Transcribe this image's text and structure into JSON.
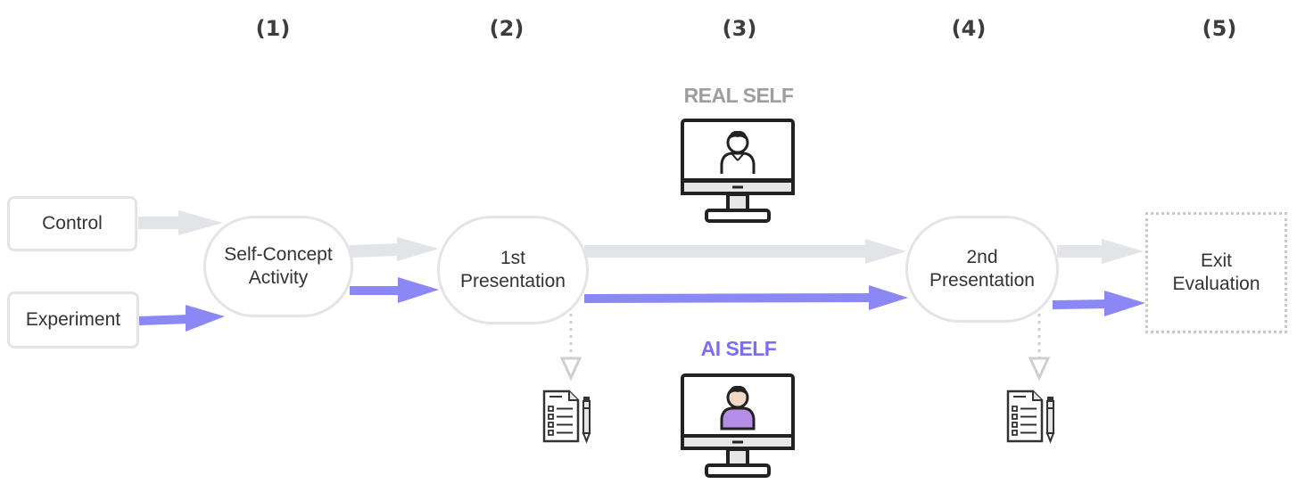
{
  "steps": [
    "(1)",
    "(2)",
    "(3)",
    "(4)",
    "(5)"
  ],
  "nodes": {
    "control": "Control",
    "experiment": "Experiment",
    "self_concept": "Self-Concept\nActivity",
    "first_presentation": "1st\nPresentation",
    "second_presentation": "2nd\nPresentation",
    "exit_evaluation": "Exit\nEvaluation"
  },
  "conditions": {
    "real_self": "REAL SELF",
    "ai_self": "AI SELF"
  },
  "colors": {
    "control_path": "#e3e4e8",
    "experiment_path": "#8b88f6",
    "real_self_label": "#9e9e9e",
    "ai_self_label": "#7b6ef2",
    "ai_avatar_fill": "#b48ee6",
    "node_border": "#e3e4e8"
  },
  "icons": {
    "monitor": "monitor-user-icon",
    "questionnaire": "clipboard-pen-icon"
  }
}
